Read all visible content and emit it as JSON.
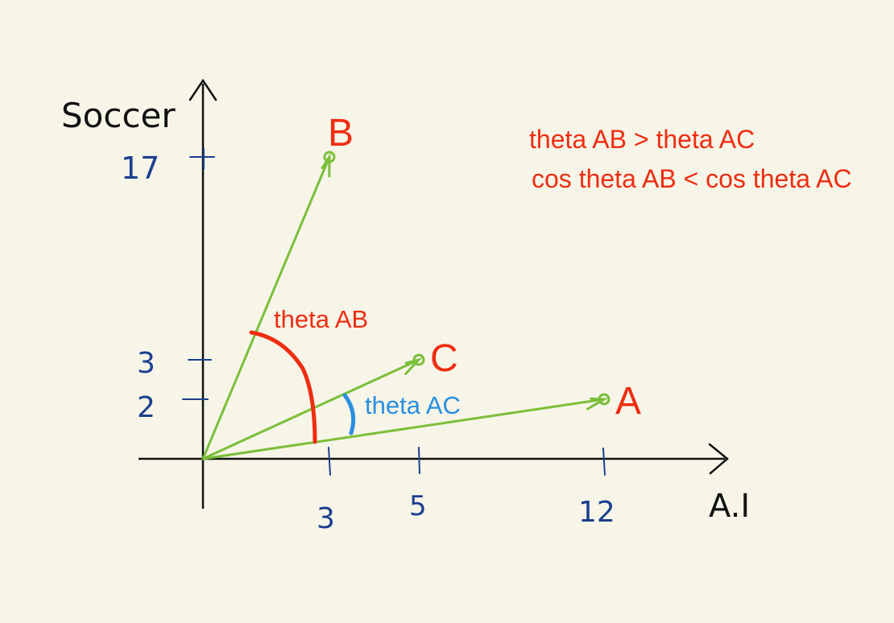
{
  "axes": {
    "x_label": "A.I",
    "y_label": "Soccer",
    "x_ticks": [
      "3",
      "5",
      "12"
    ],
    "y_ticks": [
      "2",
      "3",
      "17"
    ]
  },
  "vectors": [
    {
      "name": "A",
      "x": 12,
      "y": 2
    },
    {
      "name": "B",
      "x": 3,
      "y": 17
    },
    {
      "name": "C",
      "x": 5,
      "y": 3
    }
  ],
  "angles": {
    "ab_label": "theta AB",
    "ac_label": "theta AC"
  },
  "notes": {
    "line1": "theta AB > theta AC",
    "line2": "cos theta AB < cos theta AC"
  },
  "colors": {
    "background": "#f7f5e8",
    "vector": "#7bbf3a",
    "label_red": "#ee2d12",
    "label_blue": "#2a8ee0",
    "tick_blue": "#1b3f8f",
    "axis": "#111111"
  }
}
